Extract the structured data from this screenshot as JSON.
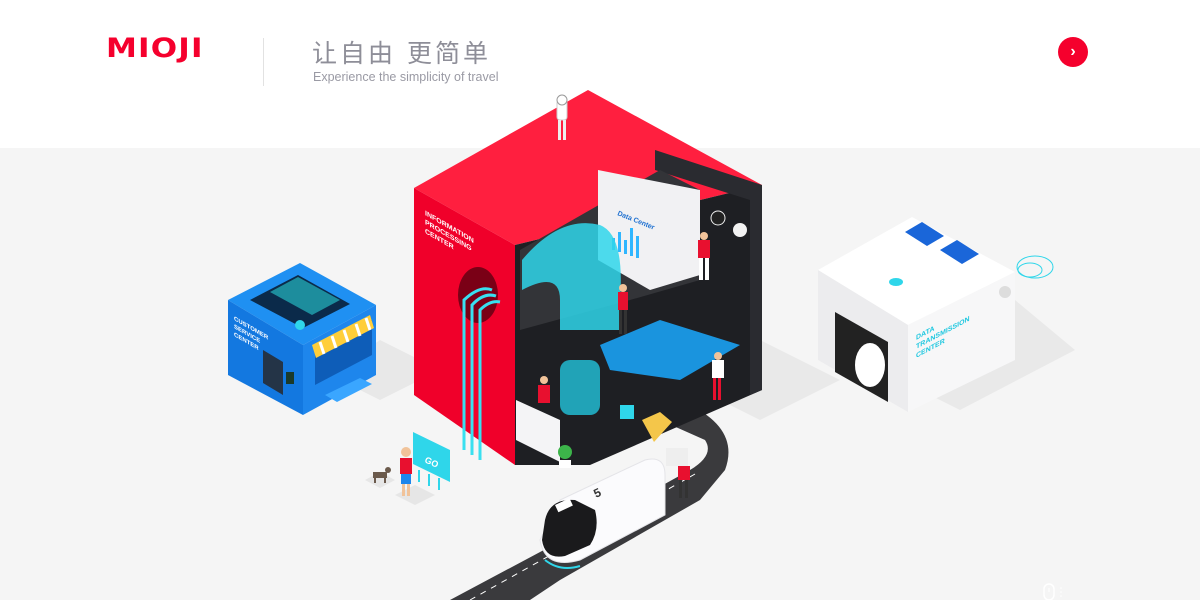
{
  "header": {
    "logo": "MIOJI",
    "slogan_cn": "让自由  更简单",
    "slogan_en": "Experience the simplicity of travel",
    "next_icon": "chevron-right-icon"
  },
  "scene": {
    "info_center": [
      "INFORMATION",
      "PROCESSING",
      "CENTER"
    ],
    "data_center_sign": "Data Center",
    "customer_center": [
      "CUSTOMER",
      "SERVICE",
      "CENTER"
    ],
    "transmission_center": [
      "DATA",
      "TRANSMISSION",
      "CENTER"
    ],
    "go_sign": "GO",
    "train_number": "5",
    "scroll_icon": "mouse-scroll-icon"
  },
  "colors": {
    "brand": "#f5002d",
    "blue_building": "#1e8cf0",
    "cyan": "#2fd6ea",
    "dark": "#222428"
  }
}
